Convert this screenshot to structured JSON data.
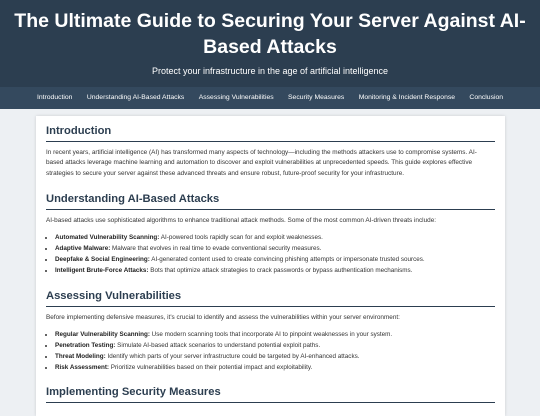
{
  "header": {
    "title": "The Ultimate Guide to Securing Your Server Against AI-Based Attacks",
    "subtitle": "Protect your infrastructure in the age of artificial intelligence"
  },
  "nav": {
    "items": [
      "Introduction",
      "Understanding AI-Based Attacks",
      "Assessing Vulnerabilities",
      "Security Measures",
      "Monitoring & Incident Response",
      "Conclusion"
    ]
  },
  "sections": {
    "intro": {
      "title": "Introduction",
      "text": "In recent years, artificial intelligence (AI) has transformed many aspects of technology—including the methods attackers use to compromise systems. AI-based attacks leverage machine learning and automation to discover and exploit vulnerabilities at unprecedented speeds. This guide explores effective strategies to secure your server against these advanced threats and ensure robust, future-proof security for your infrastructure."
    },
    "understanding": {
      "title": "Understanding AI-Based Attacks",
      "text": "AI-based attacks use sophisticated algorithms to enhance traditional attack methods. Some of the most common AI-driven threats include:",
      "items": [
        {
          "term": "Automated Vulnerability Scanning:",
          "desc": " AI-powered tools rapidly scan for and exploit weaknesses."
        },
        {
          "term": "Adaptive Malware:",
          "desc": " Malware that evolves in real time to evade conventional security measures."
        },
        {
          "term": "Deepfake & Social Engineering:",
          "desc": " AI-generated content used to create convincing phishing attempts or impersonate trusted sources."
        },
        {
          "term": "Intelligent Brute-Force Attacks:",
          "desc": " Bots that optimize attack strategies to crack passwords or bypass authentication mechanisms."
        }
      ]
    },
    "assessing": {
      "title": "Assessing Vulnerabilities",
      "text": "Before implementing defensive measures, it's crucial to identify and assess the vulnerabilities within your server environment:",
      "items": [
        {
          "term": "Regular Vulnerability Scanning:",
          "desc": " Use modern scanning tools that incorporate AI to pinpoint weaknesses in your system."
        },
        {
          "term": "Penetration Testing:",
          "desc": " Simulate AI-based attack scenarios to understand potential exploit paths."
        },
        {
          "term": "Threat Modeling:",
          "desc": " Identify which parts of your server infrastructure could be targeted by AI-enhanced attacks."
        },
        {
          "term": "Risk Assessment:",
          "desc": " Prioritize vulnerabilities based on their potential impact and exploitability."
        }
      ]
    },
    "implementing": {
      "title": "Implementing Security Measures"
    }
  }
}
